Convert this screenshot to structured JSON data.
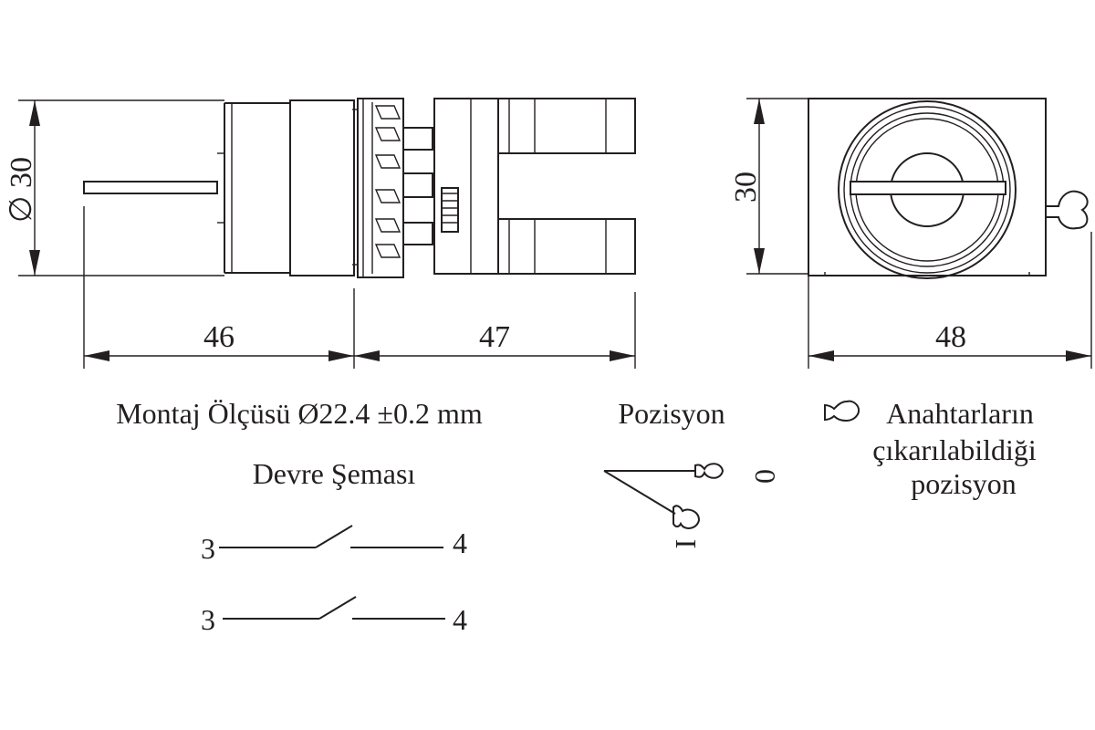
{
  "dimensions": {
    "diameter_label": "∅ 30",
    "depth_front": "46",
    "depth_back": "47",
    "height": "30",
    "width": "48"
  },
  "mounting": {
    "text": "Montaj Ölçüsü Ø22.4 ±0.2 mm"
  },
  "circuit": {
    "title": "Devre Şeması",
    "contacts": [
      {
        "left": "3",
        "right": "4"
      },
      {
        "left": "3",
        "right": "4"
      }
    ]
  },
  "position": {
    "title": "Pozisyon",
    "pos_zero": "0",
    "pos_one": "I"
  },
  "key_legend": {
    "lines": [
      "Anahtarların",
      "çıkarılabildiği",
      "pozisyon"
    ]
  },
  "icons": [
    "key-removable-icon",
    "key-icon"
  ],
  "colors": {
    "ink": "#231f20",
    "background": "#ffffff"
  }
}
